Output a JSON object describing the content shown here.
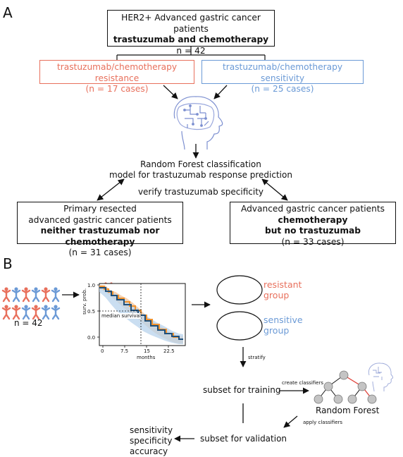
{
  "panelA": {
    "letter": "A",
    "top_box": {
      "line1": "HER2+ Advanced gastric cancer patients",
      "line2": "trastuzumab and chemotherapy",
      "line3": "n = 42"
    },
    "resistance_box": {
      "line1": "trastuzumab/chemotherapy resistance",
      "line2": "(n = 17 cases)"
    },
    "sensitivity_box": {
      "line1": "trastuzumab/chemotherapy  sensitivity",
      "line2": "(n = 25 cases)"
    },
    "model_text": {
      "line1": "Random Forest classification",
      "line2": "model for trastuzumab response prediction"
    },
    "verify_text": "verify trastuzumab specificity",
    "left_box": {
      "line1": "Primary resected",
      "line2": "advanced gastric cancer patients",
      "line3": "neither trastuzumab nor chemotherapy",
      "line4": "(n = 31 cases)"
    },
    "right_box": {
      "line1": "Advanced gastric cancer patients",
      "line2": "chemotherapy",
      "line3": "but no trastuzumab",
      "line4": "(n = 33 cases)"
    }
  },
  "panelB": {
    "letter": "B",
    "patients_n": "n = 42",
    "km_plot": {
      "ylabel": "surv. prob.",
      "xlabel": "months",
      "yticks": [
        "1.0",
        "0.5",
        "0.0"
      ],
      "xticks": [
        "0",
        "7.5",
        "15",
        "22.5"
      ],
      "median_label": "median survival"
    },
    "resistant_label": [
      "resistant",
      "group"
    ],
    "sensitive_label": [
      "sensitive",
      "group"
    ],
    "stratify": "stratify",
    "training": "subset for training",
    "create_classifiers": "create classifiers",
    "random_forest": "Random Forest",
    "apply_classifiers": "apply classifiers",
    "validation": "subset for validation",
    "metrics": [
      "sensitivity",
      "specificity",
      "accuracy"
    ],
    "colors": {
      "red": "#e8705c",
      "blue": "#6b9ad6",
      "orange": "#f0922e",
      "navy": "#1f4f7a"
    }
  }
}
